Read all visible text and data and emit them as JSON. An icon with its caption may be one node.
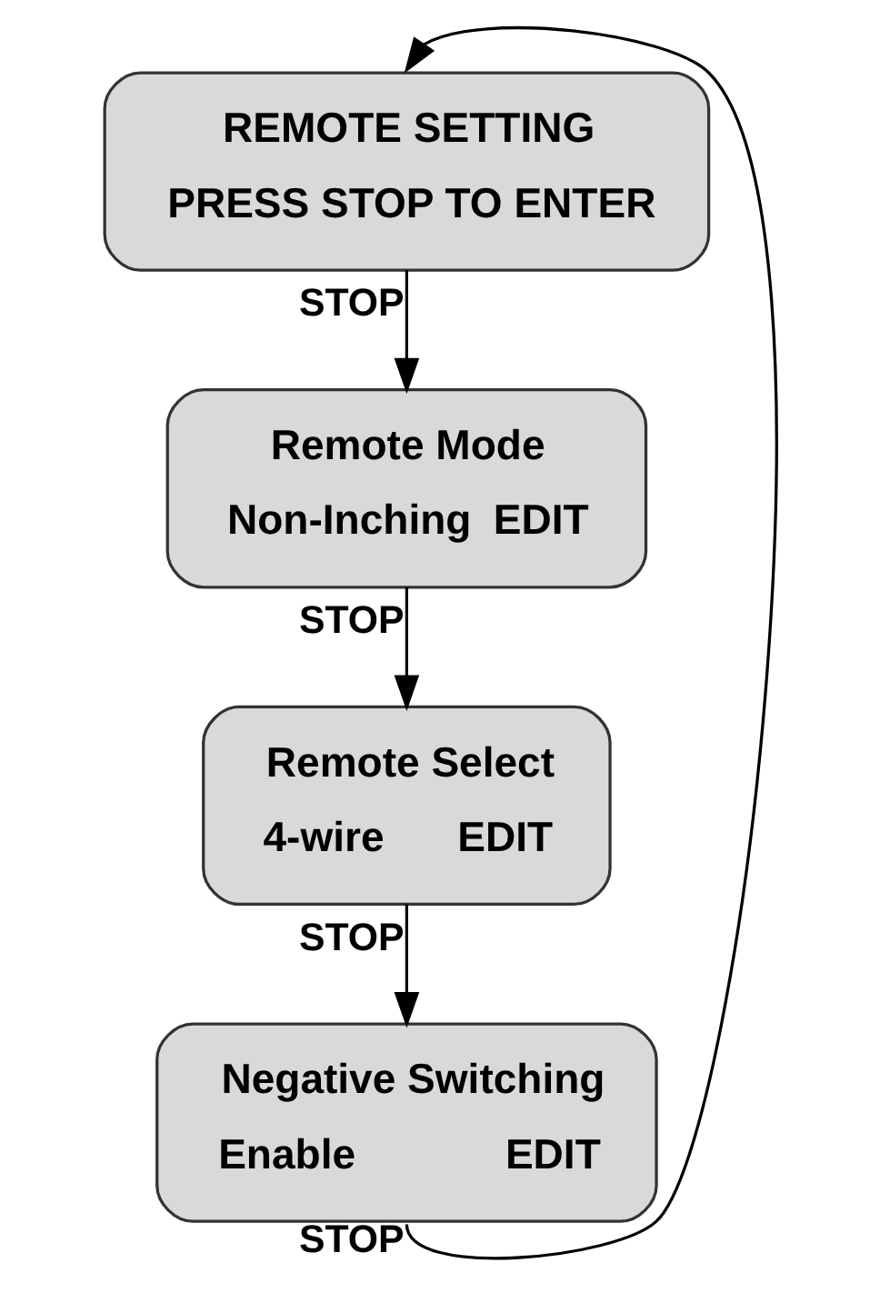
{
  "diagram": {
    "nodes": [
      {
        "text": [
          "REMOTE SETTING",
          "PRESS STOP TO ENTER"
        ]
      },
      {
        "text": [
          "Remote Mode",
          "Non-Inching",
          "EDIT"
        ]
      },
      {
        "text": [
          "Remote Select",
          "4-wire",
          "EDIT"
        ]
      },
      {
        "text": [
          "Negative Switching",
          "Enable",
          "EDIT"
        ]
      }
    ],
    "edges": [
      {
        "from": 0,
        "to": 1,
        "arrow": "to",
        "label": "STOP"
      },
      {
        "from": 1,
        "to": 2,
        "arrow": "to",
        "label": "STOP"
      },
      {
        "from": 2,
        "to": 3,
        "arrow": "to",
        "label": "STOP"
      },
      {
        "from": 3,
        "to": 0,
        "arrow": "to",
        "label": "STOP"
      }
    ]
  }
}
